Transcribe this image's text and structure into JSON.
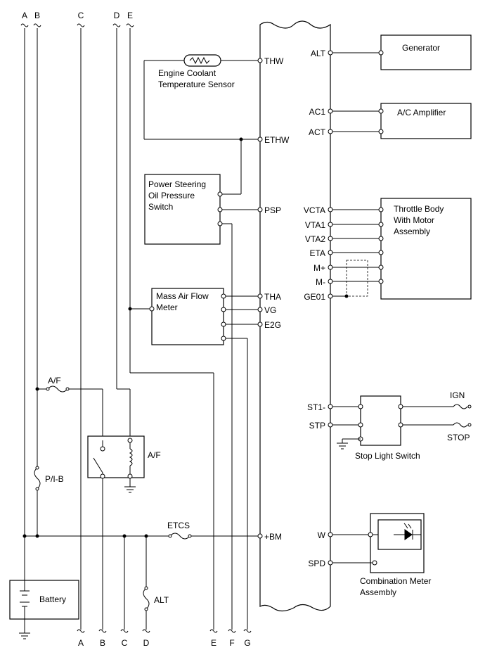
{
  "letters": {
    "A": "A",
    "B": "B",
    "C": "C",
    "D": "D",
    "E": "E",
    "F": "F",
    "G": "G"
  },
  "ecm_pins": {
    "thw": "THW",
    "ethw": "ETHW",
    "psp": "PSP",
    "tha": "THA",
    "vg": "VG",
    "e2g": "E2G",
    "bm": "+BM",
    "alt": "ALT",
    "ac1": "AC1",
    "act": "ACT",
    "vcta": "VCTA",
    "vta1": "VTA1",
    "vta2": "VTA2",
    "eta": "ETA",
    "mplus": "M+",
    "mminus": "M-",
    "ge01": "GE01",
    "st1": "ST1-",
    "stp": "STP",
    "w": "W",
    "spd": "SPD"
  },
  "components": {
    "ect_sensor": [
      "Engine Coolant",
      "Temperature Sensor"
    ],
    "ps_switch": [
      "Power Steering",
      "Oil Pressure",
      "Switch"
    ],
    "maf": [
      "Mass Air Flow",
      "Meter"
    ],
    "generator": "Generator",
    "ac_amp": "A/C Amplifier",
    "throttle": [
      "Throttle Body",
      "With Motor",
      "Assembly"
    ],
    "stop_switch": "Stop Light Switch",
    "combo_meter": [
      "Combination Meter",
      "Assembly"
    ],
    "battery": "Battery",
    "af_relay": "A/F"
  },
  "fuses": {
    "af": "A/F",
    "pib": "P/I-B",
    "etcs": "ETCS",
    "alt": "ALT"
  },
  "ext": {
    "ign": "IGN",
    "stop": "STOP"
  }
}
